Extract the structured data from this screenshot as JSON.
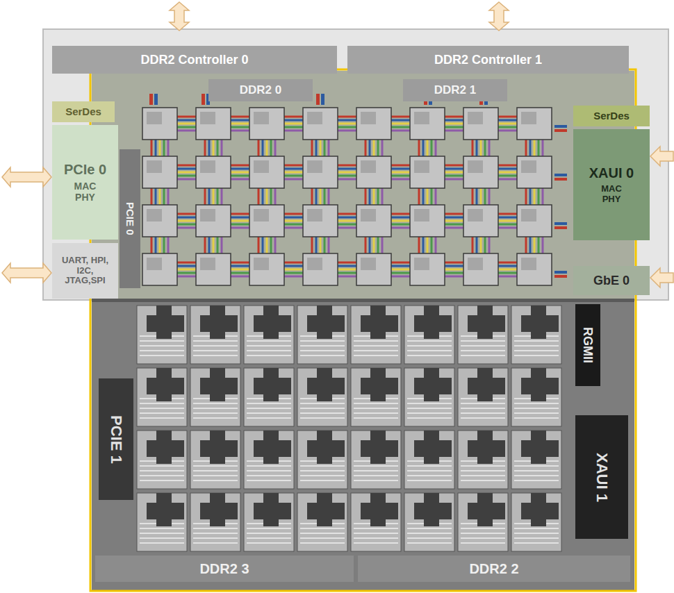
{
  "diagram": {
    "nodes": [
      {
        "text": [
          "DDR2 Controller 0"
        ]
      },
      {
        "text": [
          "DDR2 Controller 1"
        ]
      },
      {
        "text": [
          "DDR2 0"
        ]
      },
      {
        "text": [
          "DDR2 1"
        ]
      },
      {
        "text": [
          "SerDes"
        ]
      },
      {
        "text": [
          "PCIe 0",
          "MAC PHY"
        ]
      },
      {
        "text": [
          "PCIE 0"
        ]
      },
      {
        "text": [
          "UART, HPI, I2C, JTAG,SPI"
        ]
      },
      {
        "text": [
          "SerDes"
        ]
      },
      {
        "text": [
          "XAUI 0",
          "MAC PHY"
        ]
      },
      {
        "text": [
          "GbE 0"
        ]
      },
      {
        "text": [
          "RGMII"
        ]
      },
      {
        "text": [
          "PCIE 1"
        ]
      },
      {
        "text": [
          "XAUI 1"
        ]
      },
      {
        "text": [
          "DDR2 3"
        ]
      },
      {
        "text": [
          "DDR2 2"
        ]
      }
    ]
  }
}
